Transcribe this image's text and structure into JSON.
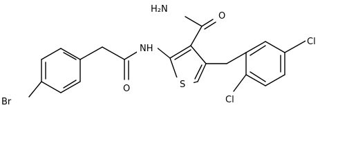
{
  "molecule": {
    "atoms": {
      "br": "Br",
      "amine_n": "NH",
      "amide_nh2": "H₂N",
      "amide_o": "O",
      "carbonyl_o": "O",
      "thiophene_s": "S",
      "cl_ortho": "Cl",
      "cl_para": "Cl"
    }
  }
}
